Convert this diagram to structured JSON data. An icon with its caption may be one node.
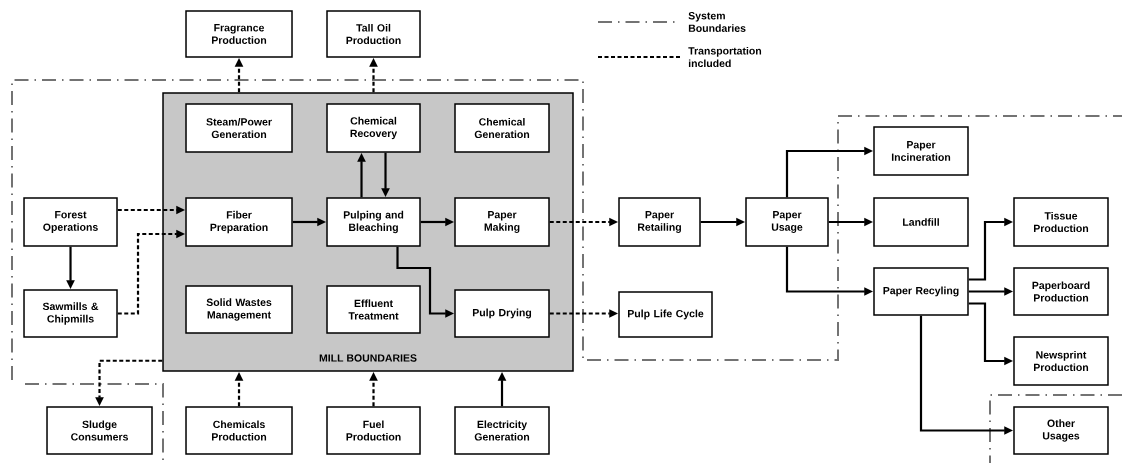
{
  "diagram": {
    "nodes": [
      {
        "text": [
          "Fragrance Production"
        ]
      },
      {
        "text": [
          "Tall Oil Production"
        ]
      },
      {
        "text": [
          "MILL BOUNDARIES"
        ]
      },
      {
        "text": [
          "Steam/Power Generation"
        ],
        "in": 2
      },
      {
        "text": [
          "Chemical Recovery"
        ],
        "in": 2
      },
      {
        "text": [
          "Chemical Generation"
        ],
        "in": 2
      },
      {
        "text": [
          "Forest Operations"
        ]
      },
      {
        "text": [
          "Fiber Preparation"
        ],
        "in": 2
      },
      {
        "text": [
          "Pulping and Bleaching"
        ],
        "in": 2
      },
      {
        "text": [
          "Paper Making"
        ],
        "in": 2
      },
      {
        "text": [
          "Paper Retailing"
        ]
      },
      {
        "text": [
          "Paper Usage"
        ]
      },
      {
        "text": [
          "Paper Incineration"
        ]
      },
      {
        "text": [
          "Landfill"
        ]
      },
      {
        "text": [
          "Tissue Production"
        ]
      },
      {
        "text": [
          "Sawmills & Chipmills"
        ]
      },
      {
        "text": [
          "Solid Wastes Management"
        ],
        "in": 2
      },
      {
        "text": [
          "Effluent Treatment"
        ],
        "in": 2
      },
      {
        "text": [
          "Pulp Drying"
        ],
        "in": 2
      },
      {
        "text": [
          "Pulp Life Cycle"
        ]
      },
      {
        "text": [
          "Paper Recyling"
        ]
      },
      {
        "text": [
          "Paperboard Production"
        ]
      },
      {
        "text": [
          "Newsprint Production"
        ]
      },
      {
        "text": [
          "Sludge Consumers"
        ]
      },
      {
        "text": [
          "Chemicals Production"
        ]
      },
      {
        "text": [
          "Fuel Production"
        ]
      },
      {
        "text": [
          "Electricity Generation"
        ]
      },
      {
        "text": [
          "Other Usages"
        ]
      }
    ],
    "edges": [
      {
        "from": 2,
        "to": 0,
        "arrow": "to",
        "style": "dashed"
      },
      {
        "from": 2,
        "to": 1,
        "arrow": "to",
        "style": "dashed"
      },
      {
        "from": 8,
        "to": 4,
        "arrow": "to"
      },
      {
        "from": 4,
        "to": 8,
        "arrow": "to"
      },
      {
        "from": 6,
        "to": 7,
        "arrow": "to",
        "style": "dashed"
      },
      {
        "from": 15,
        "to": 7,
        "arrow": "to",
        "style": "dashed"
      },
      {
        "from": 7,
        "to": 8,
        "arrow": "to"
      },
      {
        "from": 8,
        "to": 9,
        "arrow": "to"
      },
      {
        "from": 6,
        "to": 15,
        "arrow": "to"
      },
      {
        "from": 8,
        "to": 18,
        "arrow": "to"
      },
      {
        "from": 9,
        "to": 10,
        "arrow": "to",
        "style": "dashed"
      },
      {
        "from": 10,
        "to": 11,
        "arrow": "to"
      },
      {
        "from": 11,
        "to": 12,
        "arrow": "to"
      },
      {
        "from": 11,
        "to": 13,
        "arrow": "to"
      },
      {
        "from": 11,
        "to": 20,
        "arrow": "to"
      },
      {
        "from": 18,
        "to": 19,
        "arrow": "to",
        "style": "dashed"
      },
      {
        "from": 20,
        "to": 14,
        "arrow": "to"
      },
      {
        "from": 20,
        "to": 21,
        "arrow": "to"
      },
      {
        "from": 20,
        "to": 22,
        "arrow": "to"
      },
      {
        "from": 20,
        "to": 27,
        "arrow": "to"
      },
      {
        "from": 2,
        "to": 23,
        "arrow": "to",
        "style": "dashed"
      },
      {
        "from": 24,
        "to": 2,
        "arrow": "to",
        "style": "dashed"
      },
      {
        "from": 25,
        "to": 2,
        "arrow": "to",
        "style": "dashed"
      },
      {
        "from": 26,
        "to": 2,
        "arrow": "to"
      }
    ],
    "legend": [
      {
        "text": "System Boundaries"
      },
      {
        "text": "Transportation included"
      }
    ]
  }
}
